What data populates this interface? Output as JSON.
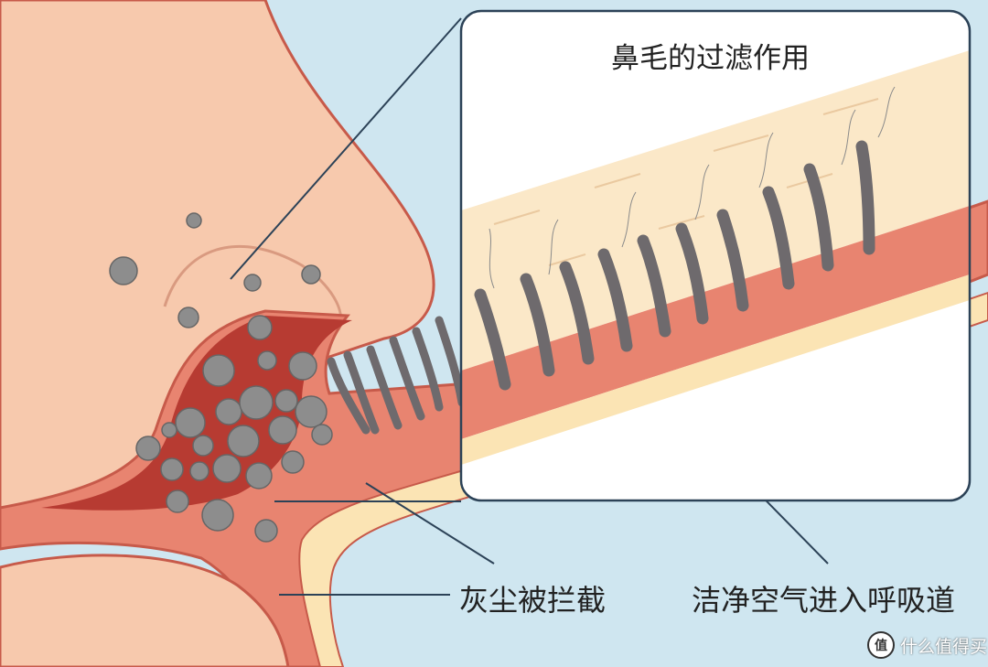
{
  "diagram": {
    "inset_title": "鼻毛的过滤作用",
    "labels": {
      "dust_blocked": "灰尘被拦截",
      "clean_air": "洁净空气进入呼吸道"
    },
    "watermark": {
      "badge": "值",
      "text": "什么值得买"
    }
  },
  "colors": {
    "background": "#cfe6f0",
    "skin": "#f7c9ad",
    "skin_outline": "#c75a4a",
    "tissue": "#e88470",
    "tissue_dark": "#b73b32",
    "lining": "#fbe4b4",
    "hair": "#6e6a6d",
    "dust": "#8d8d8d",
    "inset_bg": "#ffffff",
    "inset_border": "#2c4257"
  }
}
